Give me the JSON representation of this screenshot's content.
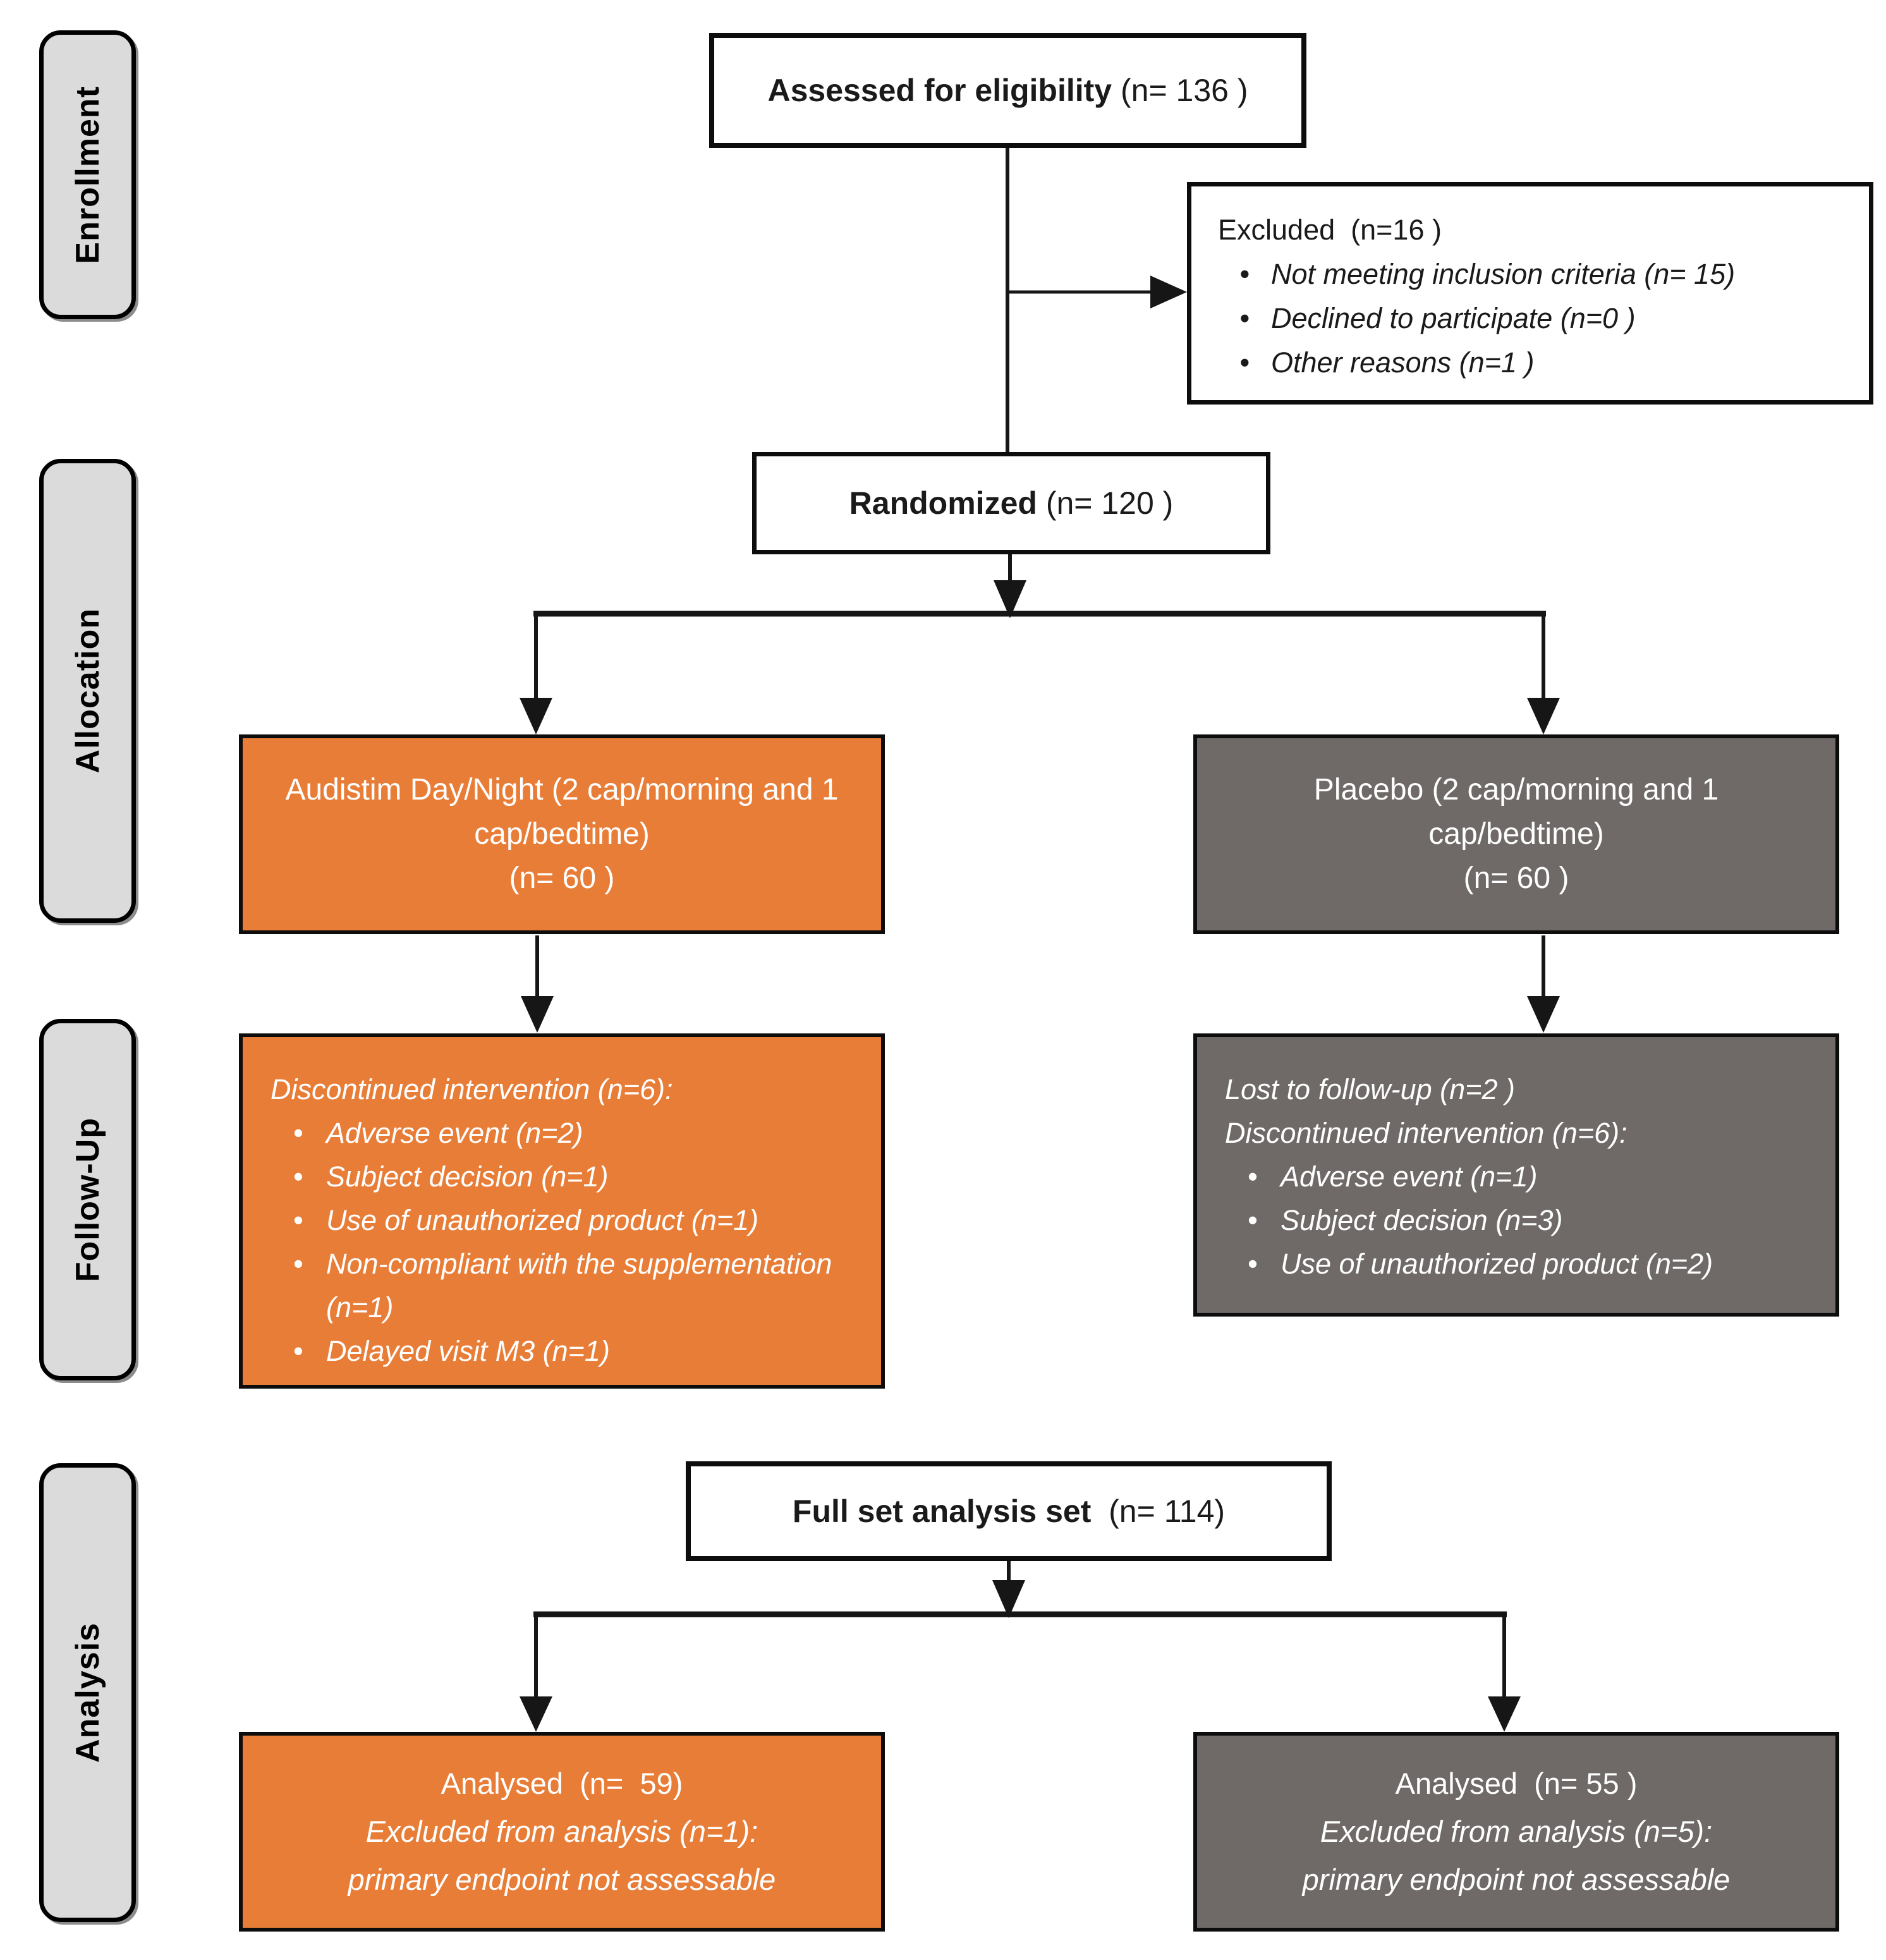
{
  "ui": {
    "bullet_glyph": "•"
  },
  "colors": {
    "orange": "#E87D37",
    "gray": "#6F6A68",
    "stage_bg": "#DBDBDB",
    "line": "#161616"
  },
  "stages": {
    "enrollment": "Enrollment",
    "allocation": "Allocation",
    "followup": "Follow-Up",
    "analysis": "Analysis"
  },
  "boxes": {
    "assessed": {
      "bold": "Assessed for eligibility",
      "rest": " (n= 136 )"
    },
    "excluded": {
      "title": "Excluded  (n=16 )",
      "bullets": [
        "Not meeting inclusion criteria (n= 15)",
        "Declined to participate (n=0 )",
        "Other reasons (n=1 )"
      ]
    },
    "randomized": {
      "bold": "Randomized",
      "rest": " (n= 120 )"
    },
    "allocation_intervention": {
      "line1": "Audistim Day/Night (2 cap/morning and 1 cap/bedtime)",
      "line2": "(n= 60 )"
    },
    "allocation_placebo": {
      "line1": "Placebo (2 cap/morning and 1 cap/bedtime)",
      "line2": "(n= 60 )"
    },
    "followup_intervention": {
      "headers": [
        "Discontinued intervention (n=6):"
      ],
      "bullets": [
        "Adverse event (n=2)",
        "Subject decision (n=1)",
        "Use of unauthorized product (n=1)",
        "Non-compliant with the supplementation (n=1)",
        "Delayed visit M3 (n=1)"
      ]
    },
    "followup_placebo": {
      "headers": [
        "Lost to follow-up (n=2 )",
        "Discontinued intervention (n=6):"
      ],
      "bullets": [
        "Adverse event (n=1)",
        "Subject decision (n=3)",
        "Use of unauthorized product (n=2)"
      ]
    },
    "full_set": {
      "bold": "Full set analysis set",
      "rest": "  (n= 114)"
    },
    "analysis_intervention": {
      "title": "Analysed  (n=  59)",
      "sub": [
        "Excluded from analysis (n=1):",
        "primary endpoint not assessable"
      ]
    },
    "analysis_placebo": {
      "title": "Analysed  (n= 55 )",
      "sub": [
        "Excluded from analysis (n=5):",
        "primary endpoint not assessable"
      ]
    }
  }
}
